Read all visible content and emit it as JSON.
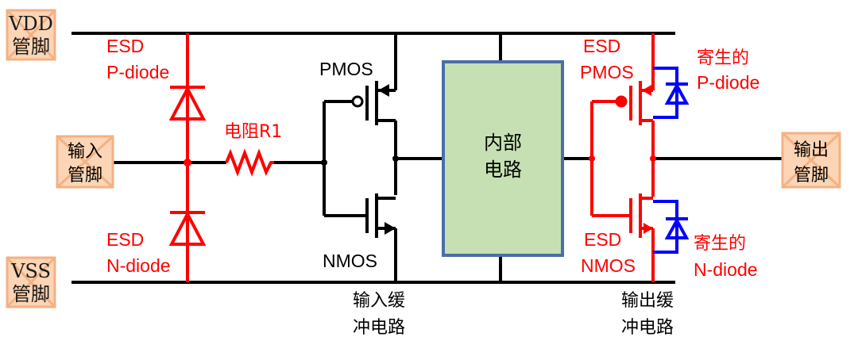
{
  "pins": {
    "vdd": [
      "VDD",
      "管脚"
    ],
    "vss": [
      "VSS",
      "管脚"
    ],
    "input": [
      "输入",
      "管脚"
    ],
    "output": [
      "输出",
      "管脚"
    ]
  },
  "labels": {
    "esd_p_diode": [
      "ESD",
      "P-diode"
    ],
    "esd_n_diode": [
      "ESD",
      "N-diode"
    ],
    "resistor": "电阻R1",
    "pmos": "PMOS",
    "nmos": "NMOS",
    "input_buffer": [
      "输入缓",
      "冲电路"
    ],
    "internal_circuit": [
      "内部",
      "电路"
    ],
    "esd_pmos": [
      "ESD",
      "PMOS"
    ],
    "esd_nmos": [
      "ESD",
      "NMOS"
    ],
    "parasitic_p_diode": [
      "寄生的",
      "P-diode"
    ],
    "parasitic_n_diode": [
      "寄生的",
      "N-diode"
    ],
    "output_buffer": [
      "输出缓",
      "冲电路"
    ]
  },
  "colors": {
    "esd": "#ff0000",
    "parasitic": "#0000ff",
    "wire": "#000000",
    "core_fill": "#c6e0b4",
    "core_border": "#4a6fa5",
    "pin_fill": "#fbd5b5"
  }
}
